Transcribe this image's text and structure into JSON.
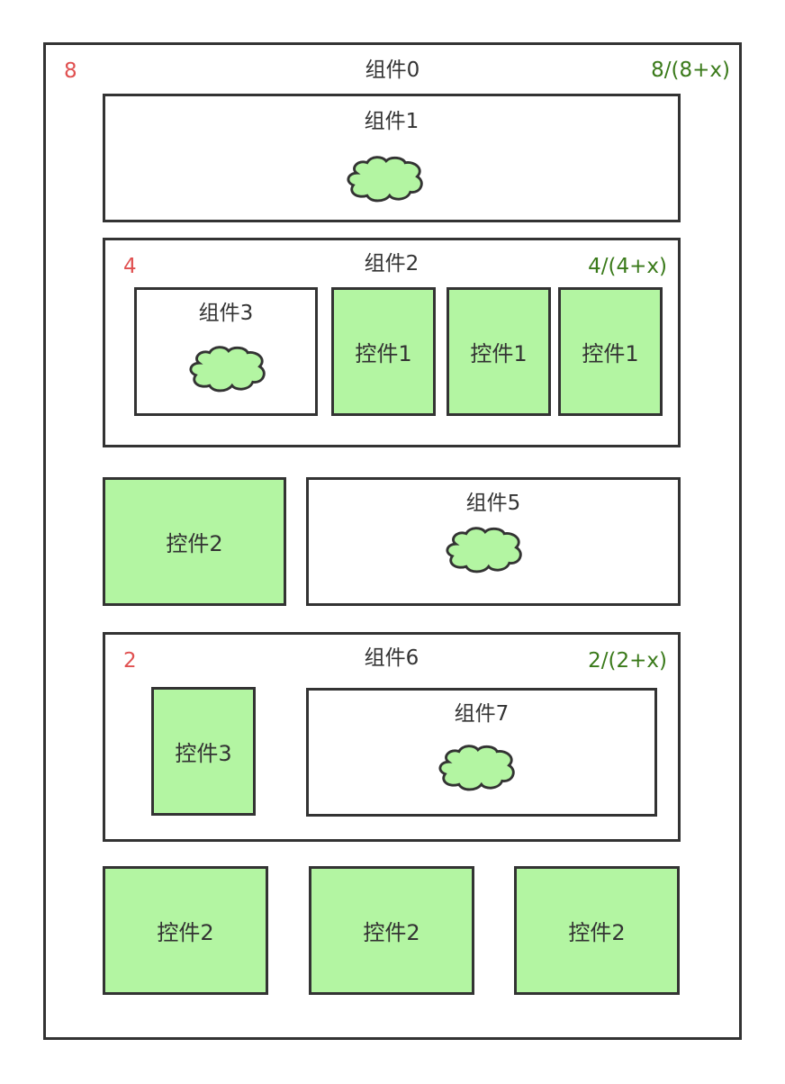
{
  "comp0": {
    "title": "组件0",
    "count": "8",
    "ratio": "8/(8+x)"
  },
  "comp1": {
    "title": "组件1"
  },
  "comp2": {
    "title": "组件2",
    "count": "4",
    "ratio": "4/(4+x)"
  },
  "comp3": {
    "title": "组件3"
  },
  "control1": "控件1",
  "control2": "控件2",
  "control3": "控件3",
  "comp5": {
    "title": "组件5"
  },
  "comp6": {
    "title": "组件6",
    "count": "2",
    "ratio": "2/(2+x)"
  },
  "comp7": {
    "title": "组件7"
  },
  "colors": {
    "control_fill": "#b3f5a2",
    "count_red": "#e05050",
    "ratio_green": "#3a7a1a",
    "outline": "#333333"
  },
  "icons": {
    "cloud": "cloud-icon"
  }
}
